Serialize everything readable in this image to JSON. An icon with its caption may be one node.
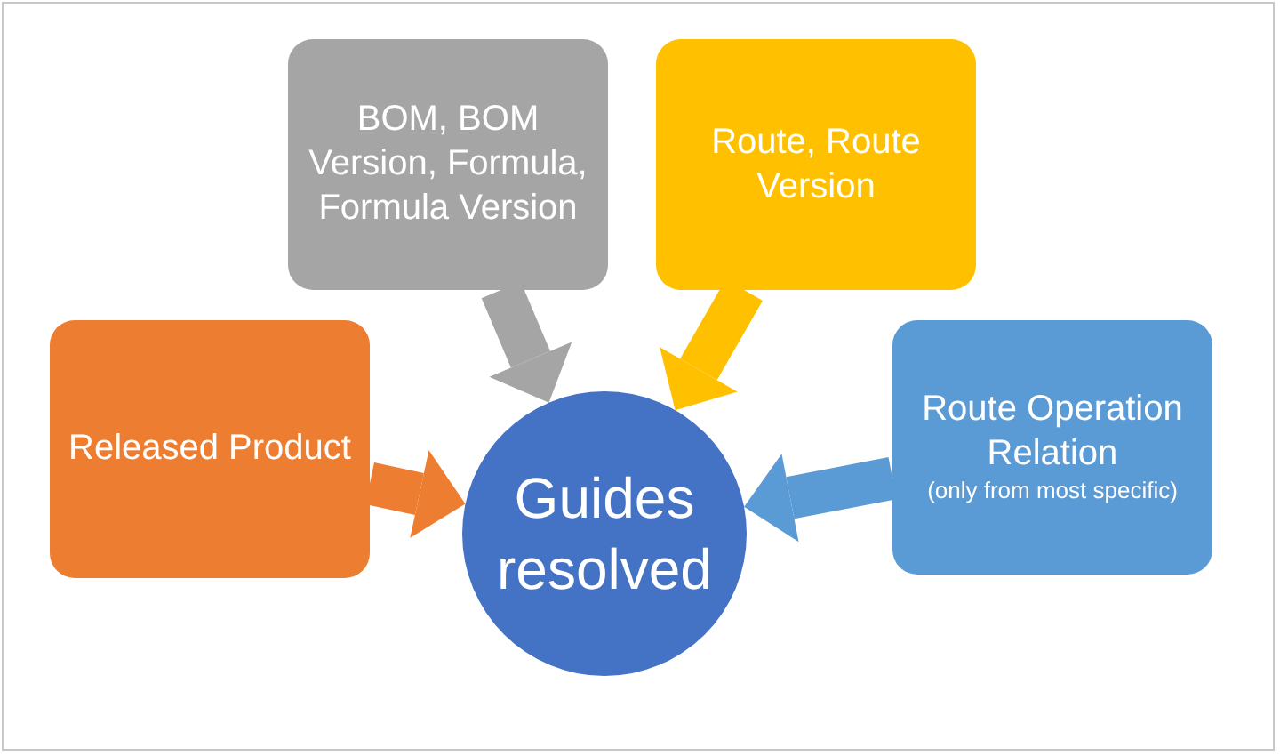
{
  "diagram": {
    "nodes": [
      {
        "text": [
          "Released Product"
        ]
      },
      {
        "text": [
          "BOM, BOM Version, Formula, Formula Version"
        ]
      },
      {
        "text": [
          "Route, Route Version"
        ]
      },
      {
        "text": [
          "Route Operation Relation",
          "(only from most specific)"
        ]
      },
      {
        "text": [
          "Guides resolved"
        ]
      }
    ],
    "edges": [
      {
        "from": 0,
        "to": 4,
        "arrow": "to",
        "color": "#ed7d31"
      },
      {
        "from": 1,
        "to": 4,
        "arrow": "to",
        "color": "#a5a5a5"
      },
      {
        "from": 2,
        "to": 4,
        "arrow": "to",
        "color": "#ffc000"
      },
      {
        "from": 3,
        "to": 4,
        "arrow": "to",
        "color": "#5b9bd5"
      }
    ]
  }
}
